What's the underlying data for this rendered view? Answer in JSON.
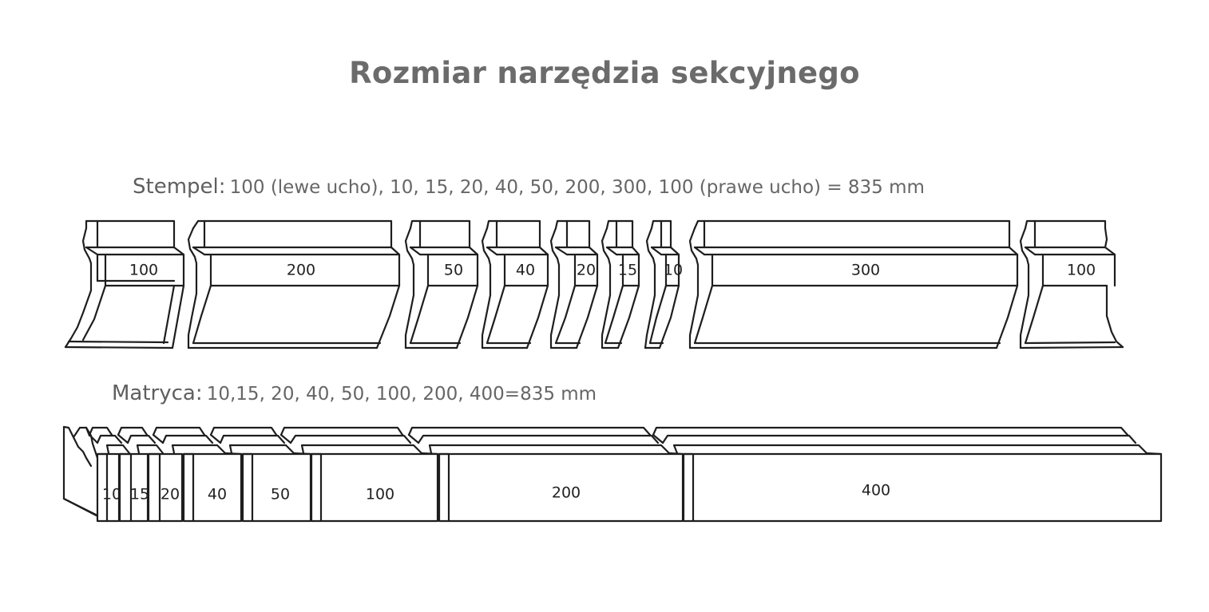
{
  "title": "Rozmiar narzędzia sekcyjnego",
  "punch": {
    "heading": "Stempel:",
    "description": "100 (lewe ucho), 10, 15, 20, 40, 50, 200, 300, 100 (prawe ucho) = 835 mm",
    "segments": [
      "100",
      "200",
      "50",
      "40",
      "20",
      "15",
      "10",
      "300",
      "100"
    ]
  },
  "die": {
    "heading": "Matryca:",
    "description": "10,15, 20, 40, 50, 100, 200, 400=835 mm",
    "segments": [
      "10",
      "15",
      "20",
      "40",
      "50",
      "100",
      "200",
      "400"
    ]
  }
}
